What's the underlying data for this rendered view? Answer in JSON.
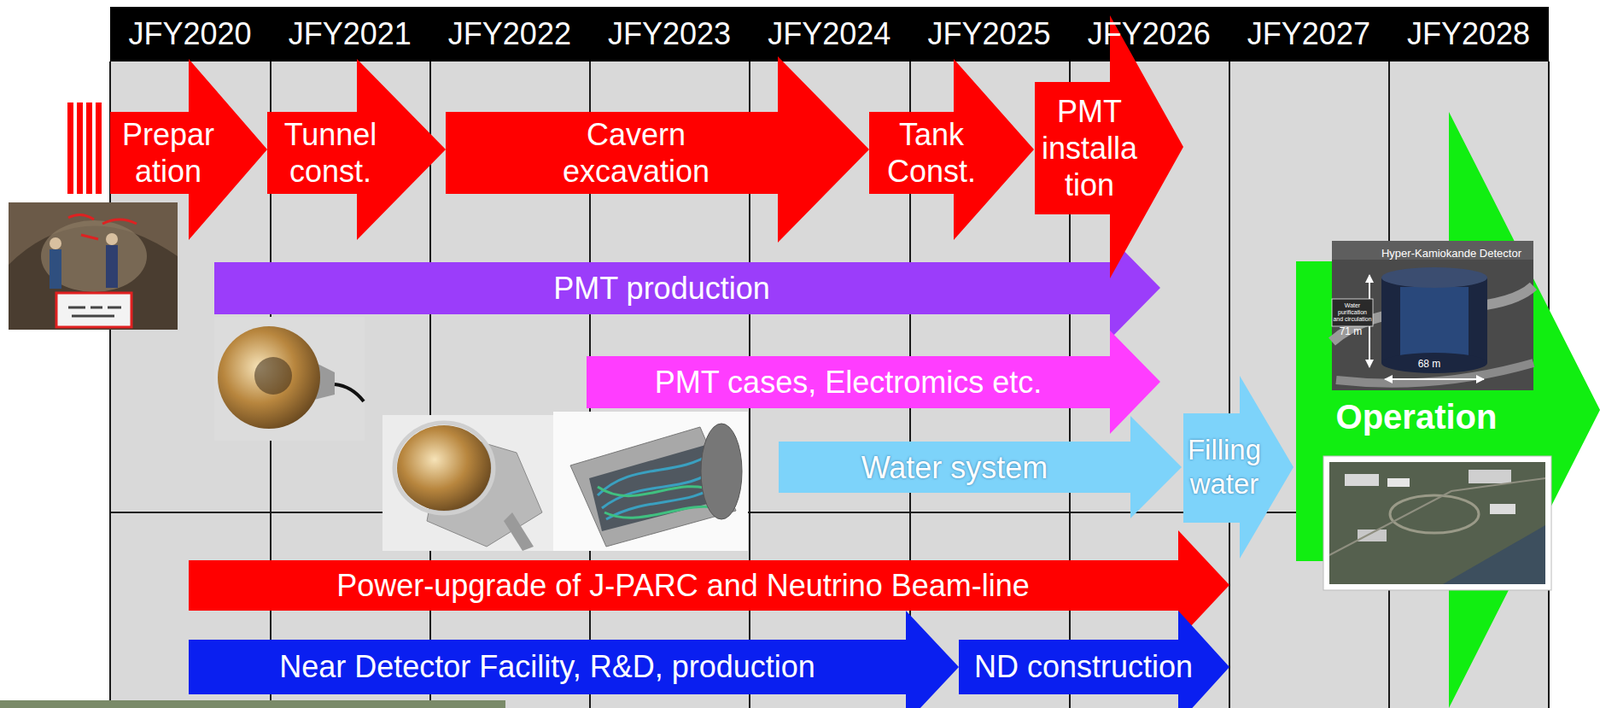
{
  "diagram": {
    "nodes": [
      {
        "text": [
          "Preparation"
        ]
      },
      {
        "text": [
          "Tunnel const."
        ]
      },
      {
        "text": [
          "Cavern excavation"
        ]
      },
      {
        "text": [
          "Tank Const."
        ]
      },
      {
        "text": [
          "PMT installation"
        ]
      },
      {
        "text": [
          "PMT production"
        ]
      },
      {
        "text": [
          "PMT cases, Electromics etc."
        ]
      },
      {
        "text": [
          "Water system"
        ]
      },
      {
        "text": [
          "Filling water"
        ]
      },
      {
        "text": [
          "Operation"
        ]
      },
      {
        "text": [
          "Power-upgrade of J-PARC and Neutrino Beam-line"
        ]
      },
      {
        "text": [
          "Near Detector Facility, R&D, production"
        ]
      },
      {
        "text": [
          "ND construction"
        ]
      }
    ],
    "labels": [
      "JFY2020",
      "JFY2021",
      "JFY2022",
      "JFY2023",
      "JFY2024",
      "JFY2025",
      "JFY2026",
      "JFY2027",
      "JFY2028",
      "Hyper-Kamiokande Detector",
      "Water purification and circulation",
      "71 m",
      "68 m"
    ]
  }
}
